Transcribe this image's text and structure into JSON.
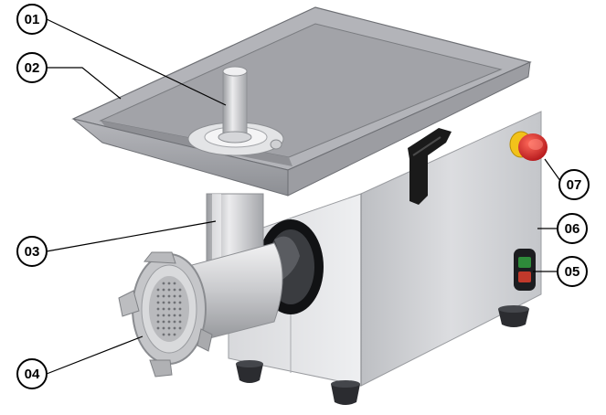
{
  "diagram": {
    "callouts": [
      {
        "id": "01",
        "label": "01"
      },
      {
        "id": "02",
        "label": "02"
      },
      {
        "id": "03",
        "label": "03"
      },
      {
        "id": "04",
        "label": "04"
      },
      {
        "id": "05",
        "label": "05"
      },
      {
        "id": "06",
        "label": "06"
      },
      {
        "id": "07",
        "label": "07"
      }
    ]
  },
  "colors": {
    "tray": "#a6a7ad",
    "tray_dark": "#7f8187",
    "body_steel": "#cfd0d3",
    "body_shadow": "#b2b4b8",
    "handle": "#1a1a1a",
    "feet": "#2b2c30",
    "estop_red": "#d22828",
    "estop_yellow": "#f2c21a",
    "switch_green": "#2e8b3a",
    "switch_red": "#c0392b"
  }
}
